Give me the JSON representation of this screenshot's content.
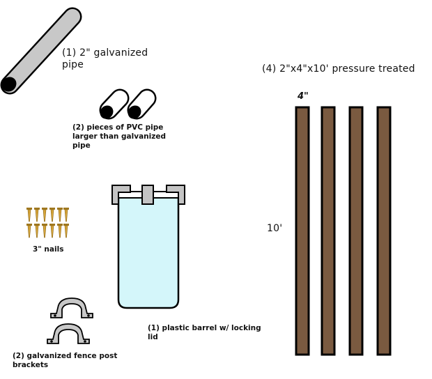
{
  "items": {
    "galvanized_pipe": {
      "label": "(1) 2\" galvanized\npipe"
    },
    "pvc_pieces": {
      "label": "(2) pieces of PVC pipe\nlarger than galvanized\npipe"
    },
    "nails": {
      "label": "3\" nails"
    },
    "barrel": {
      "label": "(1) plastic barrel w/ locking\nlid"
    },
    "brackets": {
      "label": "(2) galvanized fence post\nbrackets"
    },
    "lumber": {
      "label": "(4) 2\"x4\"x10' pressure treated",
      "width_label": "4\"",
      "length_label": "10'"
    }
  },
  "colors": {
    "pipe": "#c8c8c8",
    "barrel_body": "#d4f6fa",
    "barrel_lid": "#c4c4c4",
    "nail": "#d6a53a",
    "board": "#7a5a40",
    "outline": "#000000"
  }
}
